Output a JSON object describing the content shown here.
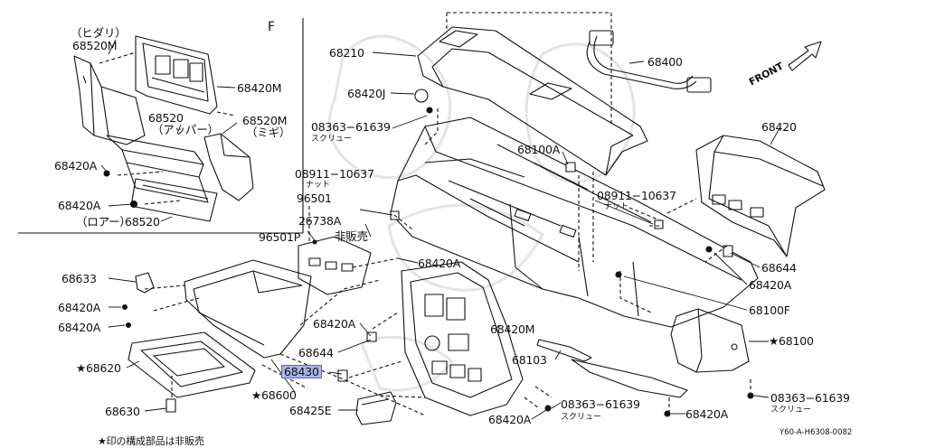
{
  "inset": {
    "view_letter": "F",
    "hidari_note": "（ヒダリ）",
    "upper_note": "（アッパー）",
    "migi_note": "（ミギ）",
    "lower_note": "（ロアー）"
  },
  "labels": {
    "p68520M_left": "68520M",
    "p68420M_inset": "68420M",
    "p68520": "68520",
    "p68520M_right": "68520M",
    "p68420A_inset1": "68420A",
    "p68420A_inset2": "68420A",
    "p68520_lower": "68520",
    "p68210": "68210",
    "p68400": "68400",
    "p68420J": "68420J",
    "p08363_top": "08363−61639",
    "screw_top": "スクリュー",
    "p68100A": "68100A",
    "p08911_left": "08911−10637",
    "nut_left": "ナット",
    "p96501": "96501",
    "p26738A": "26738A",
    "p96501P": "96501P",
    "not_sold": "非販売",
    "p68420A_mid": "68420A",
    "p08911_right": "08911−10637",
    "nut_right": "ナット",
    "p68420": "68420",
    "p68644_right": "68644",
    "p68420A_right": "68420A",
    "p68100F": "68100F",
    "p68100": "★68100",
    "p68633": "68633",
    "p68420A_l1": "68420A",
    "p68420A_l2": "68420A",
    "p68620": "★68620",
    "p68630": "68630",
    "p68420A_c": "68420A",
    "p68644_c": "68644",
    "p68430": "68430",
    "p68600": "★68600",
    "p68425E": "68425E",
    "p68420M_c": "68420M",
    "p68420A_b": "68420A",
    "p08363_mid": "08363−61639",
    "screw_mid": "スクリュー",
    "p68103": "68103",
    "p68420A_br": "68420A",
    "p08363_right": "08363−61639",
    "screw_right": "スクリュー",
    "front": "FRONT"
  },
  "footer": {
    "note": "★印の構成部品は非販売",
    "ref_code": "Y60-A-H6308-0082"
  },
  "colors": {
    "highlight": "#a9b4e8",
    "line": "#111111",
    "watermark": "#e6e6e6"
  },
  "highlighted_part": "68430"
}
